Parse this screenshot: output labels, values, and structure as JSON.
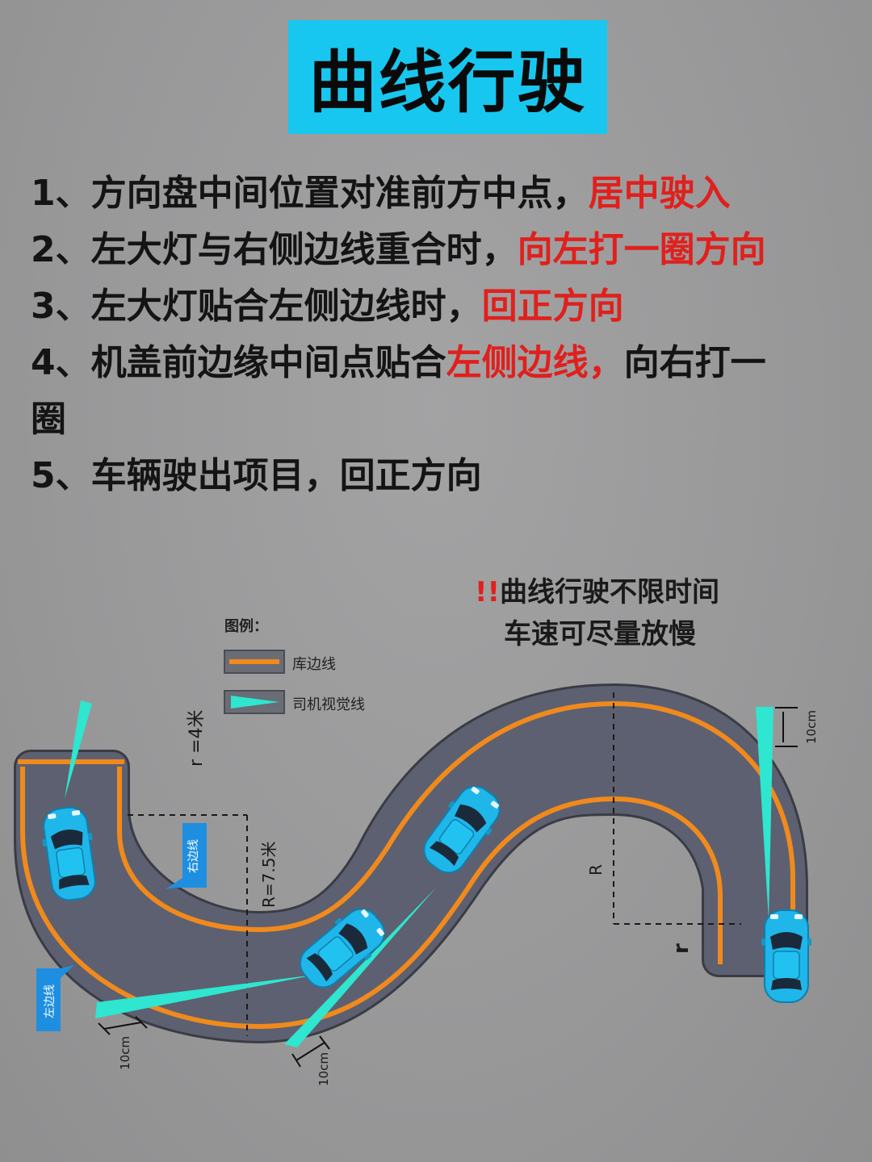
{
  "title": "曲线行驶",
  "steps": [
    {
      "num": "1、",
      "text": "方向盘中间位置对准前方中点，",
      "highlight": "居中驶入",
      "after": ""
    },
    {
      "num": "2、",
      "text": "左大灯与右侧边线重合时，",
      "highlight": "向左打一圈方向",
      "after": ""
    },
    {
      "num": "3、",
      "text": "左大灯贴合左侧边线时，",
      "highlight": "回正方向",
      "after": ""
    },
    {
      "num": "4、",
      "text": "机盖前边缘中间点贴合",
      "highlight": "左侧边线，",
      "after": "向右打一"
    },
    {
      "num": "",
      "text": "圈",
      "highlight": "",
      "after": ""
    },
    {
      "num": "5、",
      "text": "车辆驶出项目，回正方向",
      "highlight": "",
      "after": ""
    }
  ],
  "notice": {
    "bang": "!!",
    "line1": "曲线行驶不限时间",
    "line2": "车速可尽量放慢"
  },
  "legend": {
    "title": "图例：",
    "items": [
      {
        "label": "库边线",
        "color": "#f08a1c"
      },
      {
        "label": "司机视觉线",
        "color": "#2fe6d0"
      }
    ]
  },
  "annotations": {
    "r_left": "r =4米",
    "R_left": "R=7.5米",
    "R_right": "R",
    "r_right": "r",
    "right_line": "右边线",
    "left_line": "左边线",
    "dist_1": "10cm",
    "dist_2": "10cm",
    "dist_3": "10cm"
  },
  "colors": {
    "title_bg": "#18c7ef",
    "highlight": "#e0201d",
    "road": "#5d6070",
    "edge": "#f08a1c",
    "car": "#1fb6ea",
    "sight": "#2fe6d0",
    "tag": "#1e8fe0"
  }
}
